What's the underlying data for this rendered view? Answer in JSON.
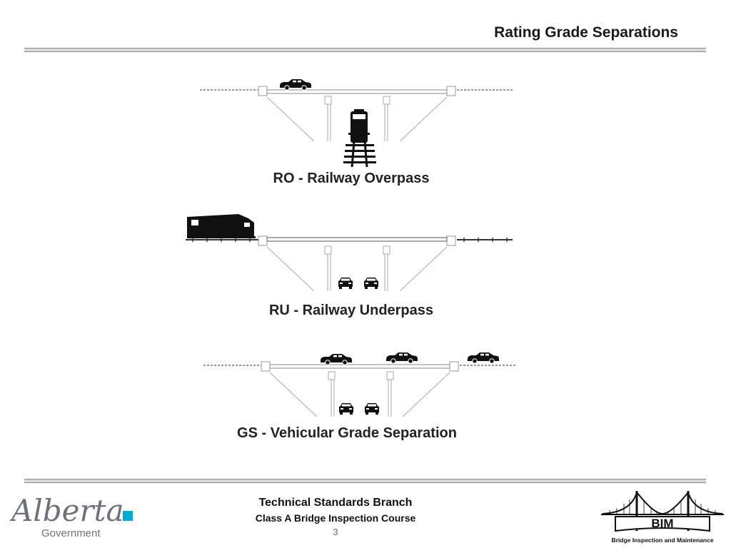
{
  "header": {
    "title": "Rating Grade Separations"
  },
  "diagrams": {
    "ro_caption": "RO - Railway Overpass",
    "ru_caption": "RU - Railway Underpass",
    "gs_caption": "GS - Vehicular Grade Separation"
  },
  "footer": {
    "department": "Technical Standards Branch",
    "course": "Class A Bridge Inspection Course",
    "page_number": "3"
  },
  "logos": {
    "alberta_wordmark": "Alberta",
    "alberta_sub": "Government",
    "bim_text": "BIM",
    "bim_caption": "Bridge Inspection and Maintenance",
    "alberta_accent_color": "#00aad2"
  }
}
